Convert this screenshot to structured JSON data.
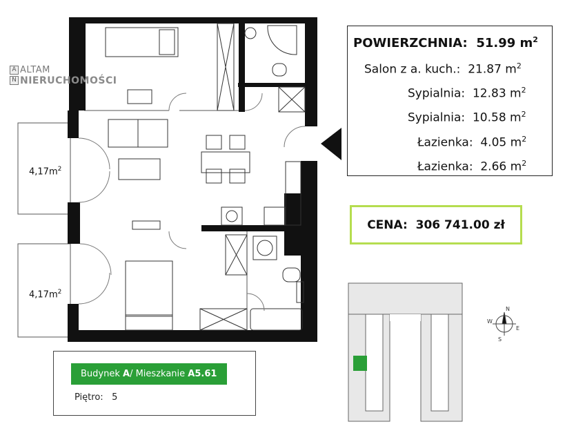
{
  "logo": {
    "letters_top": "A",
    "letters_bottom": "N",
    "line1": "ALTAM",
    "line2": "NIERUCHOMOŚCI"
  },
  "balconies": [
    {
      "area": "4,17m",
      "unit": "2"
    },
    {
      "area": "4,17m",
      "unit": "2"
    }
  ],
  "areas": {
    "total_label": "POWIERZCHNIA:",
    "total_value": "51.99 m",
    "unit_exp": "2",
    "rooms": [
      {
        "name": "Salon z a. kuch.:",
        "value": "21.87 m"
      },
      {
        "name": "Sypialnia:",
        "value": "12.83 m"
      },
      {
        "name": "Sypialnia:",
        "value": "10.58 m"
      },
      {
        "name": "Łazienka:",
        "value": "4.05 m"
      },
      {
        "name": "Łazienka:",
        "value": "2.66 m"
      }
    ]
  },
  "price": {
    "label": "CENA:",
    "value": "306 741.00 zł"
  },
  "info": {
    "building_prefix": "Budynek ",
    "building": "A",
    "sep": " / Mieszkanie ",
    "apartment": "A5.61",
    "floor_label": "Piętro:",
    "floor_value": "5"
  },
  "compass": {
    "n": "N",
    "e": "E",
    "s": "S",
    "w": "W"
  },
  "colors": {
    "accent_green": "#2a9f37",
    "price_border": "#b5dd4f",
    "wall": "#111111"
  }
}
